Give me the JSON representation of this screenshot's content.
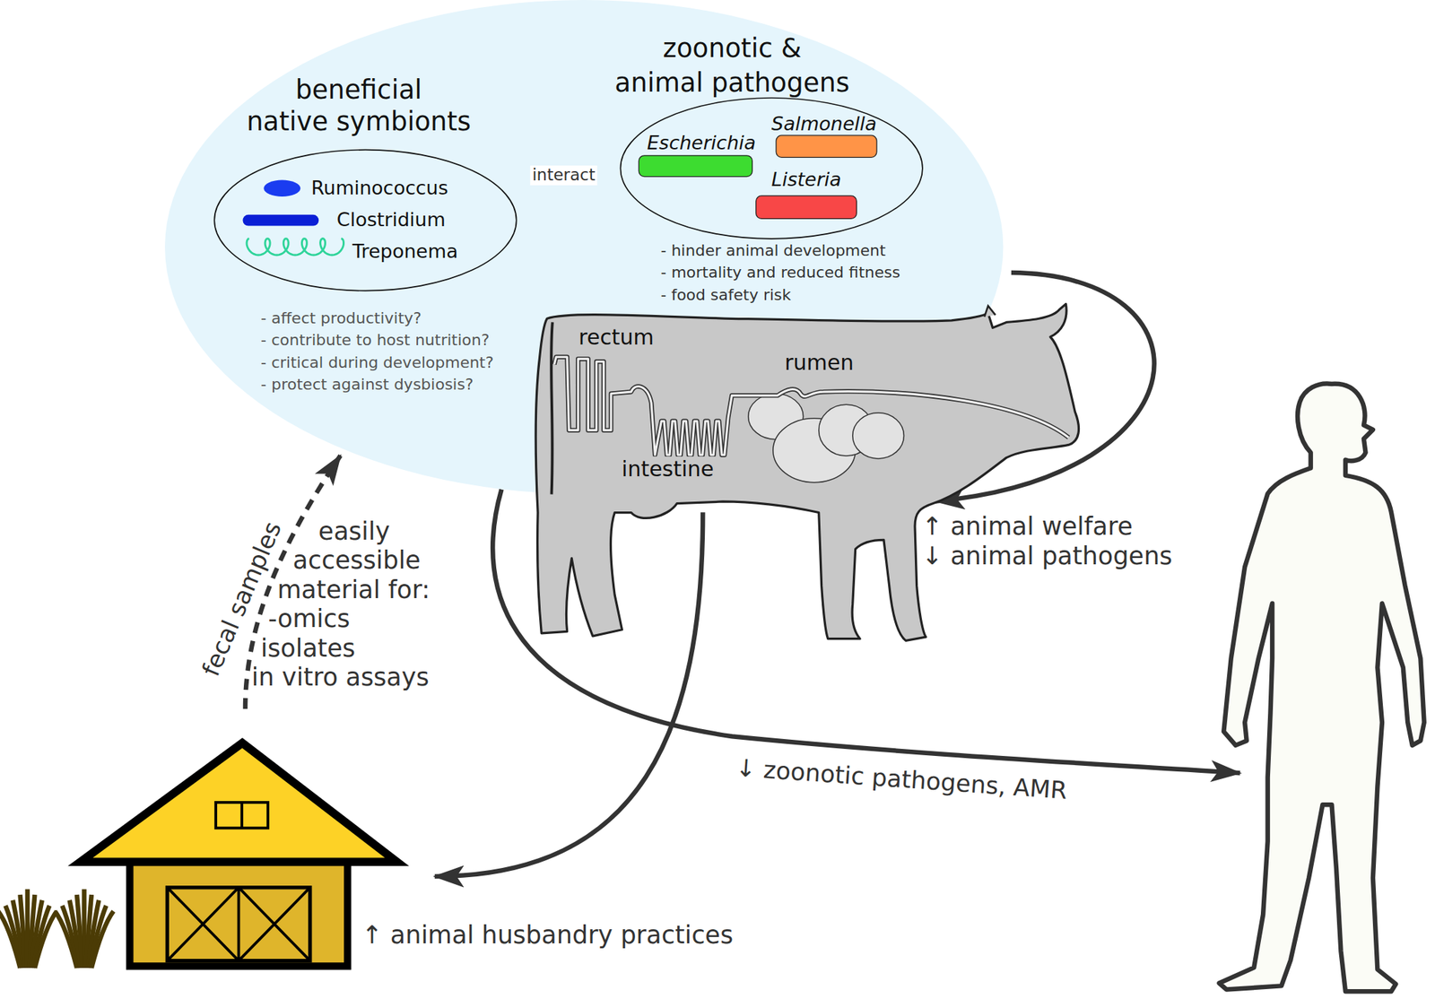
{
  "diagram": {
    "nodes": [
      {
        "text": []
      },
      {
        "text": [
          "beneficial native symbionts",
          "Ruminococcus",
          "Clostridium",
          "Treponema",
          "- affect productivity? - contribute to host nutrition? - critical during development? - protect against dysbiosis?"
        ],
        "in": 0
      },
      {
        "text": [
          "zoonotic & animal pathogens",
          "Escherichia",
          "Salmonella",
          "Listeria",
          "- hinder animal development - mortality and reduced fitness - food safety risk"
        ],
        "in": 0
      },
      {
        "text": [
          "rectum",
          "rumen",
          "intestine"
        ]
      },
      {
        "text": []
      },
      {
        "text": []
      }
    ],
    "edges": [
      {
        "from": 1,
        "to": 2,
        "arrow": "both",
        "label": "interact"
      },
      {
        "from": 0,
        "to": 3,
        "arrow": "to",
        "label": "↑ animal welfare ↓ animal pathogens"
      },
      {
        "from": 0,
        "to": 4,
        "arrow": "to",
        "label": "↓ zoonotic pathogens, AMR"
      },
      {
        "from": 3,
        "to": 5,
        "arrow": "to",
        "label": "↑ animal husbandry practices"
      },
      {
        "from": 5,
        "to": 0,
        "arrow": "to",
        "label": "fecal samples"
      }
    ],
    "labels": [
      "easily accessible material for: -omics isolates in vitro assays"
    ]
  }
}
